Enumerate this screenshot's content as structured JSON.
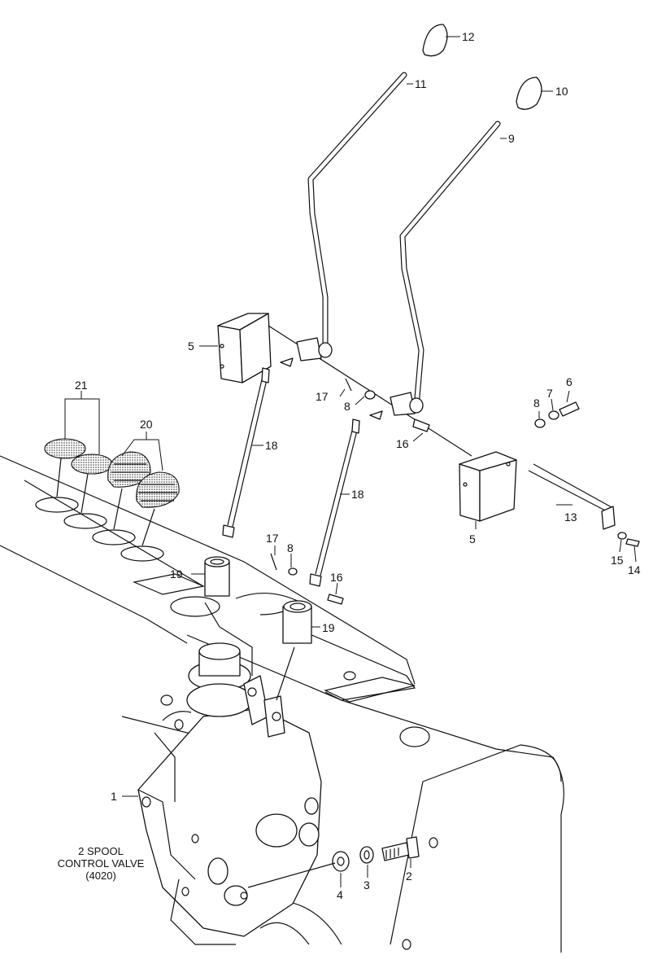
{
  "callouts": {
    "c1": "1",
    "c2": "2",
    "c3": "3",
    "c4": "4",
    "c5a": "5",
    "c5b": "5",
    "c6": "6",
    "c7": "7",
    "c8a": "8",
    "c8b": "8",
    "c8c": "8",
    "c9": "9",
    "c10": "10",
    "c11": "11",
    "c12": "12",
    "c13": "13",
    "c14": "14",
    "c15": "15",
    "c16a": "16",
    "c16b": "16",
    "c17a": "17",
    "c17b": "17",
    "c18a": "18",
    "c18b": "18",
    "c19a": "19",
    "c19b": "19",
    "c20": "20",
    "c21": "21"
  },
  "caption": {
    "line1": "2 SPOOL",
    "line2": "CONTROL VALVE",
    "line3": "(4020)"
  }
}
